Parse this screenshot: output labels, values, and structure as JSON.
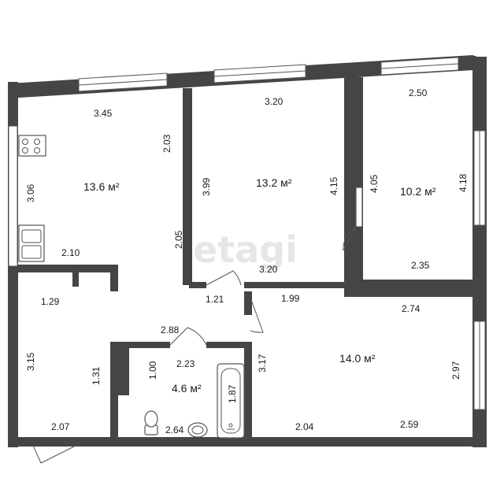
{
  "watermark": "etagi",
  "rooms": [
    {
      "id": "kitchen",
      "area": "13.6 м²"
    },
    {
      "id": "room-middle",
      "area": "13.2 м²"
    },
    {
      "id": "room-right",
      "area": "10.2 м²"
    },
    {
      "id": "bathroom",
      "area": "4.6 м²"
    },
    {
      "id": "room-bottom",
      "area": "14.0 м²"
    }
  ],
  "dimensions": {
    "kitchen_top": "3.45",
    "kitchen_right": "2.03",
    "kitchen_left": "3.06",
    "kitchen_bottom": "2.10",
    "kitchen_right_lower": "2.05",
    "middle_top": "3.20",
    "middle_left": "3.99",
    "middle_right": "4.15",
    "middle_bottom": "3.20",
    "right_top": "2.50",
    "right_left": "4.05",
    "right_right": "4.18",
    "right_bottom": "2.35",
    "hall_width": "1.21",
    "hall_left_top": "1.29",
    "hall_left_side": "3.15",
    "hall_inner": "1.31",
    "hall_bottom": "2.07",
    "bath_top": "2.88",
    "bath_width": "2.23",
    "bath_height": "1.00",
    "tub_length": "1.87",
    "bath_bottom": "2.64",
    "bottom_top_left": "1.99",
    "bottom_top_right": "2.74",
    "bottom_left": "3.17",
    "bottom_right": "2.97",
    "bottom_bottom_left": "2.04",
    "bottom_bottom_right": "2.59"
  }
}
